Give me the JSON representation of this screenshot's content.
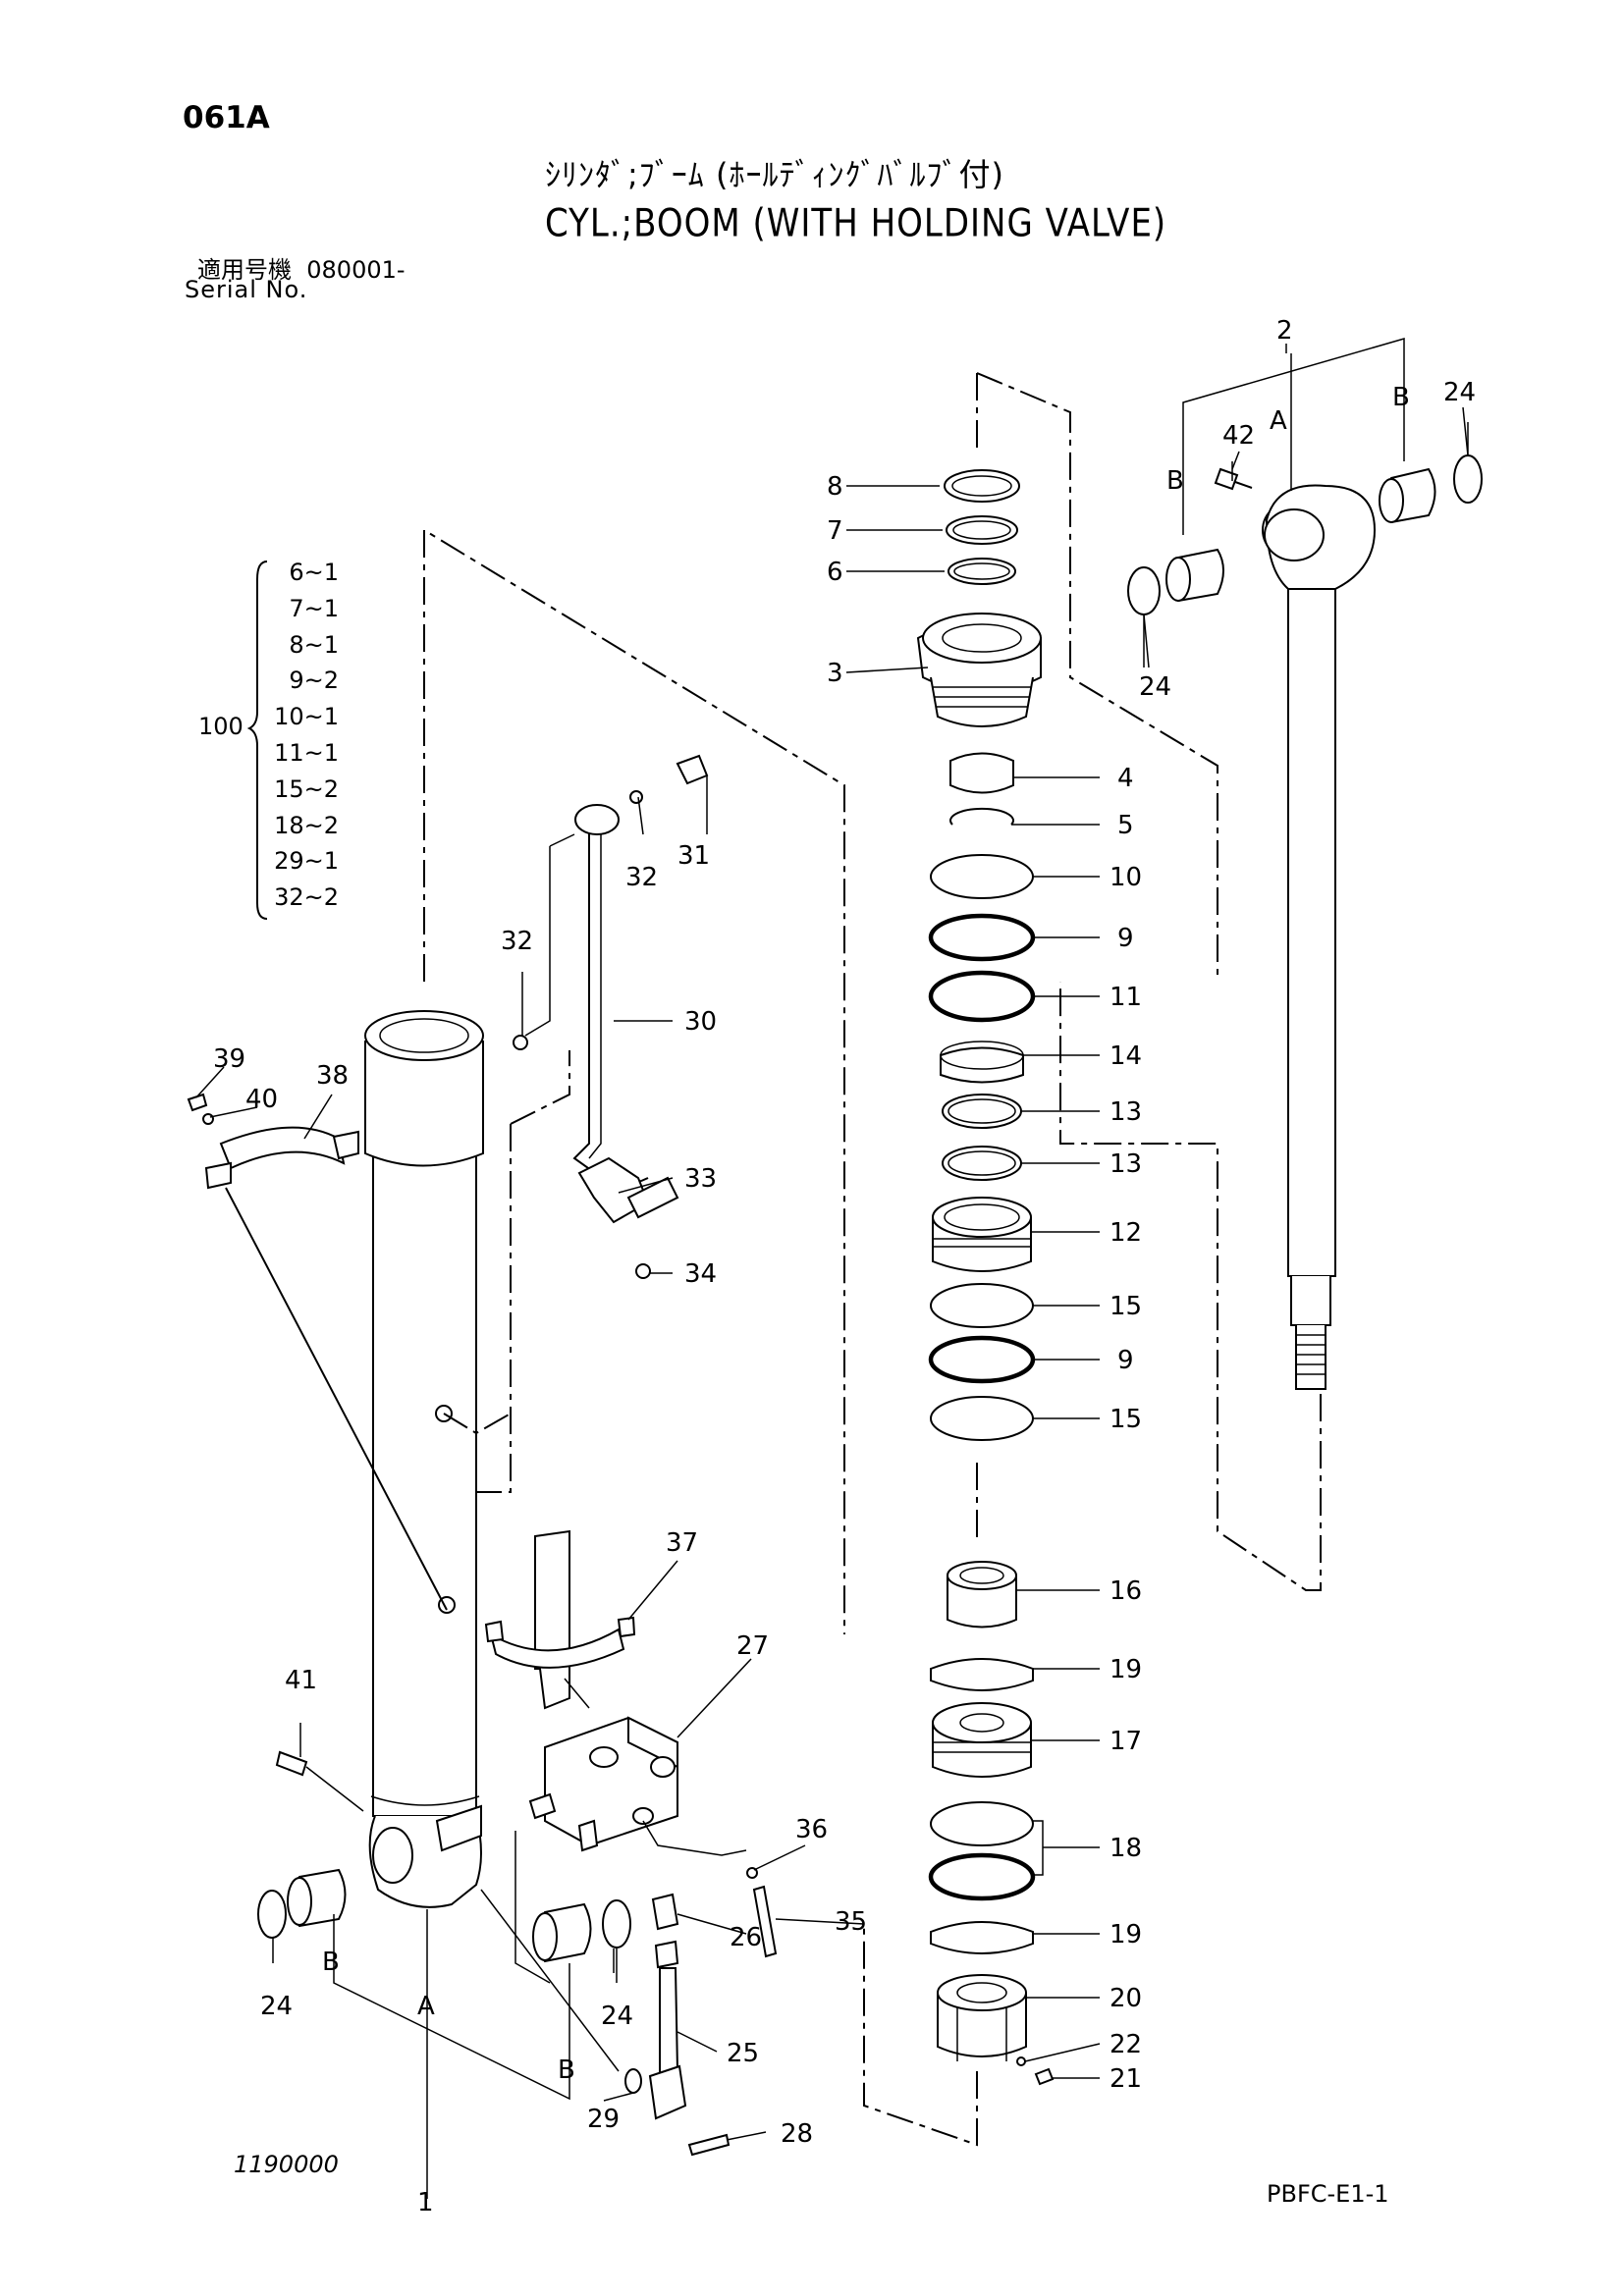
{
  "page_code": "061A",
  "title_jp": "ｼﾘﾝﾀﾞ;ﾌﾞｰﾑ (ﾎｰﾙﾃﾞｨﾝｸﾞﾊﾞﾙﾌﾞ付)",
  "title_en": "CYL.;BOOM (WITH HOLDING VALVE)",
  "serial_label_jp": "適用号機",
  "serial_value": "080001-",
  "serial_label_en": "Serial No.",
  "kit": {
    "number": "100",
    "items": [
      "6~1",
      "7~1",
      "8~1",
      "9~2",
      "10~1",
      "11~1",
      "15~2",
      "18~2",
      "29~1",
      "32~2"
    ]
  },
  "callouts": {
    "c1": "1",
    "c2": "2",
    "c3": "3",
    "c4": "4",
    "c5": "5",
    "c6": "6",
    "c7": "7",
    "c8": "8",
    "c9a": "9",
    "c9b": "9",
    "c10": "10",
    "c11": "11",
    "c12": "12",
    "c13a": "13",
    "c13b": "13",
    "c14": "14",
    "c15a": "15",
    "c15b": "15",
    "c16": "16",
    "c17": "17",
    "c18": "18",
    "c19a": "19",
    "c19b": "19",
    "c20": "20",
    "c21": "21",
    "c22": "22",
    "c24a": "24",
    "c24b": "24",
    "c24c": "24",
    "c24d": "24",
    "c25": "25",
    "c26": "26",
    "c27": "27",
    "c28": "28",
    "c29": "29",
    "c30": "30",
    "c31": "31",
    "c32a": "32",
    "c32b": "32",
    "c33": "33",
    "c34": "34",
    "c35": "35",
    "c36": "36",
    "c37": "37",
    "c38": "38",
    "c39": "39",
    "c40": "40",
    "c41": "41",
    "c42": "42",
    "A_rod": "A",
    "B_rod_left": "B",
    "B_rod_right": "B",
    "A_tube": "A",
    "B_tube_left": "B",
    "B_tube_right": "B"
  },
  "footer": {
    "drawing_no": "1190000",
    "page_ref": "PBFC-E1-1"
  }
}
